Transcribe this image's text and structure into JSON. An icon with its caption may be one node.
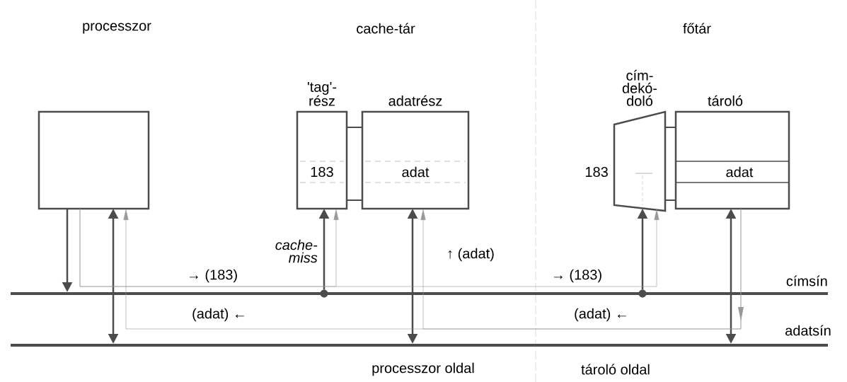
{
  "diagram": {
    "nodes": [
      {
        "text": [],
        "shape": "box"
      },
      {
        "text": [
          "'tag'- rész",
          "183"
        ]
      },
      {
        "text": [
          "adatrész",
          "adat"
        ]
      },
      {
        "text": [
          "cím- dekó- doló"
        ],
        "beside": [
          "183"
        ]
      },
      {
        "text": [
          "tároló",
          "adat"
        ]
      },
      {
        "text": [],
        "shape": "bar",
        "beside": [
          "címsín"
        ]
      },
      {
        "text": [],
        "shape": "bar",
        "beside": [
          "adatsín"
        ]
      },
      {
        "text": [],
        "shape": "circle"
      },
      {
        "text": [],
        "shape": "circle"
      }
    ],
    "edges": [
      {
        "from": 0,
        "to": 5,
        "arrow": "to"
      },
      {
        "from": 0,
        "to": 6,
        "arrow": "both"
      },
      {
        "from": 7,
        "to": 1,
        "arrow": "to",
        "label": "cache- miss"
      },
      {
        "from": 2,
        "to": 6,
        "arrow": "both"
      },
      {
        "from": 8,
        "to": 3,
        "arrow": "to"
      },
      {
        "from": 4,
        "to": 6,
        "arrow": "both"
      },
      {
        "from": 1,
        "to": 2,
        "arrow": "none"
      },
      {
        "from": 3,
        "to": 4,
        "arrow": "none"
      },
      {
        "from": 0,
        "to": 1,
        "arrow": "to",
        "label": "→ (183)",
        "color": "#999999"
      },
      {
        "from": 0,
        "to": 3,
        "arrow": "to",
        "label": "→ (183)",
        "color": "#999999"
      },
      {
        "from": 4,
        "to": 0,
        "arrow": "to",
        "label": "(adat) ←",
        "color": "#999999"
      },
      {
        "from": 4,
        "to": 2,
        "arrow": "to",
        "label": "↑ (adat)",
        "color": "#999999"
      }
    ],
    "labels": [
      "processzor",
      "cache-tár",
      "főtár",
      "(adat) ←",
      "processzor oldal",
      "tároló oldal"
    ]
  }
}
